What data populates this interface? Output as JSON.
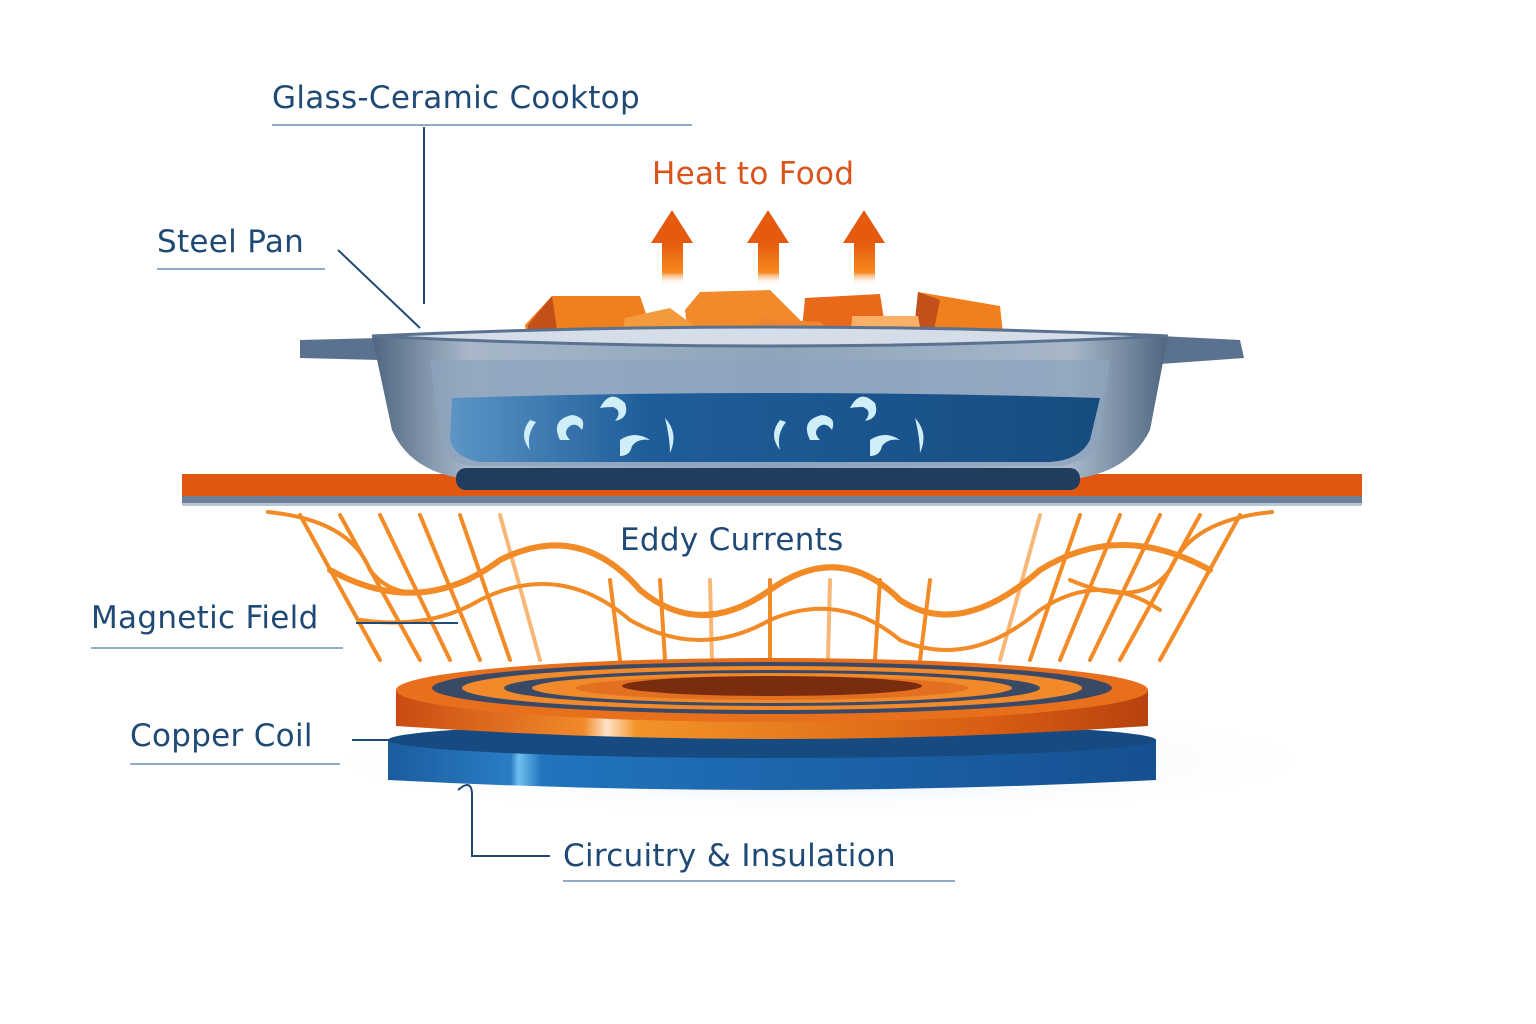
{
  "diagram": {
    "title": "Induction Cooktop Cross-Section",
    "labels": {
      "cooktop": "Glass-Ceramic Cooktop",
      "heat": "Heat to Food",
      "pan": "Steel Pan",
      "eddy": "Eddy Currents",
      "magnetic": "Magnetic Field",
      "coil": "Copper Coil",
      "circuitry": "Circuitry & Insulation"
    },
    "colors": {
      "label_text": "#1f4a75",
      "heat_text": "#d9531a",
      "orange": "#f07f1e",
      "cooktop_orange": "#e2570f",
      "pan_steel": "#6f87a3",
      "water_blue": "#1f5d9a",
      "base_blue": "#1c64a8"
    },
    "heat_arrows": 3,
    "food_pieces": 7
  }
}
